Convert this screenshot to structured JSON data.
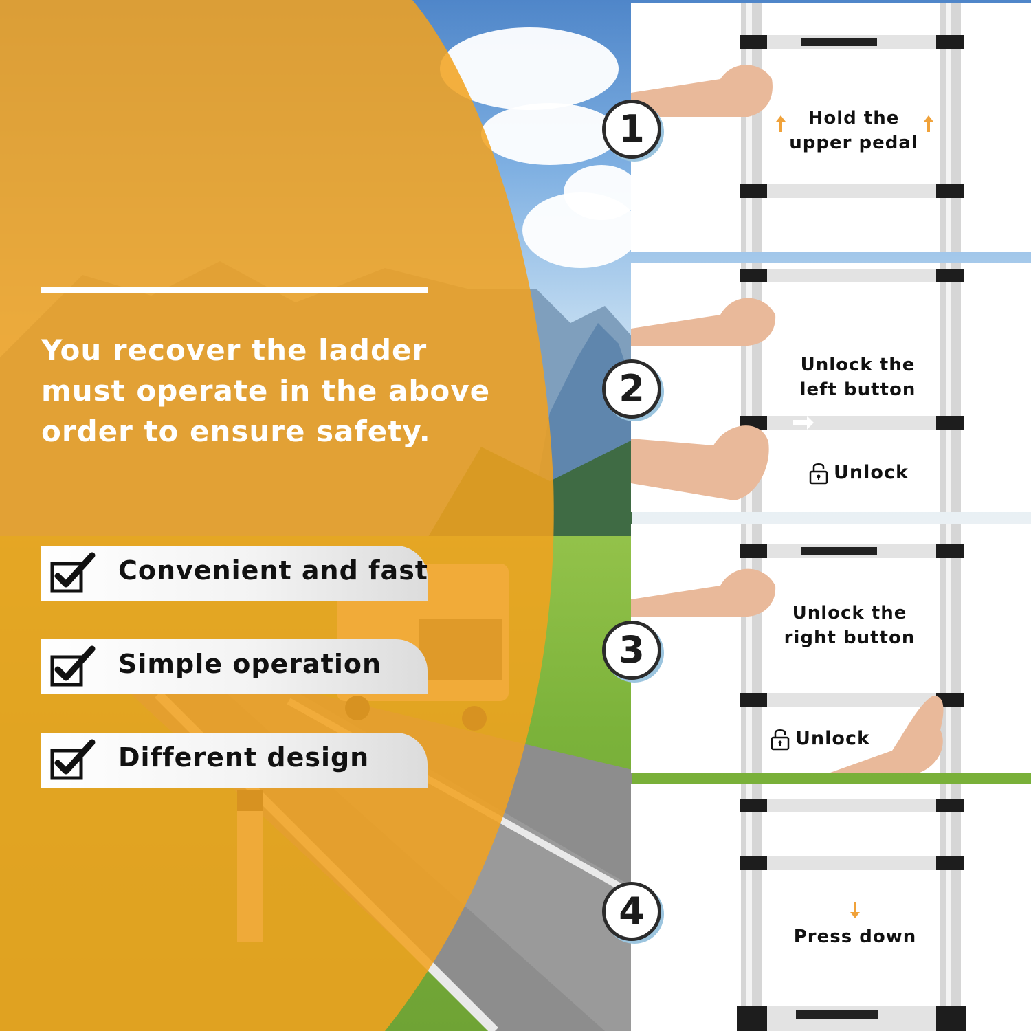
{
  "headline": {
    "line1": "You recover the ladder",
    "line2": "must operate in the above",
    "line3": "order to ensure safety."
  },
  "features": [
    {
      "label": "Convenient and fast",
      "icon": "checkbox-checked-icon"
    },
    {
      "label": "Simple operation",
      "icon": "checkbox-checked-icon"
    },
    {
      "label": "Different design",
      "icon": "checkbox-checked-icon"
    }
  ],
  "steps": [
    {
      "number": "1",
      "line1": "Hold the",
      "line2": "upper pedal",
      "arrow": "up-arrow-icon"
    },
    {
      "number": "2",
      "line1": "Unlock the",
      "line2": "left button",
      "unlock": "Unlock"
    },
    {
      "number": "3",
      "line1": "Unlock the",
      "line2": "right button",
      "unlock": "Unlock"
    },
    {
      "number": "4",
      "line1": "Press down",
      "arrow": "down-arrow-icon"
    }
  ],
  "colors": {
    "overlay": "#f2a21e",
    "arrow": "#f0a23a",
    "text_dark": "#111111",
    "badge_shadow": "#9cc5df"
  }
}
